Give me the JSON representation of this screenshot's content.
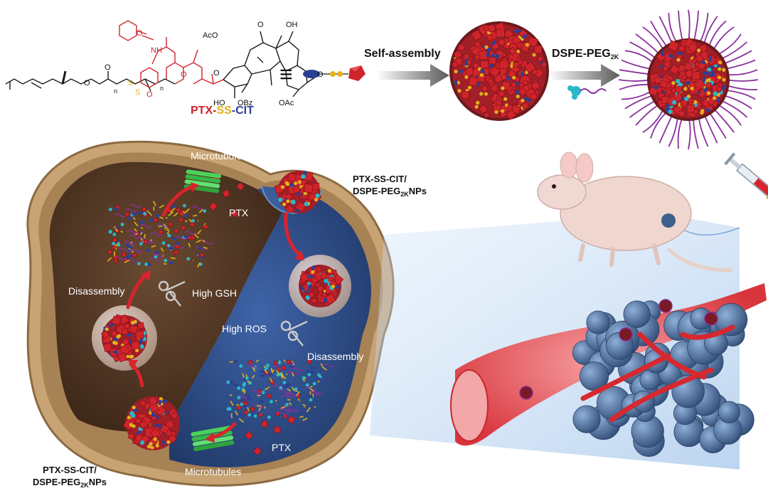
{
  "colors": {
    "ptx": "#d0242b",
    "ss": "#e3b21d",
    "cit": "#2c3f96",
    "peg": "#8a2f9c",
    "cell_outer": "#c8a373",
    "cytoplasm_brown": "#4e3422",
    "cytoplasm_blue": "#2c4a85",
    "vessel": "#d5313a",
    "tumor": "#4d6e9a"
  },
  "molecule": {
    "name_parts": {
      "ptx": "PTX",
      "dash1": "-",
      "ss": "SS",
      "dash2": "-",
      "cit": "CIT"
    },
    "atoms": {
      "nh": "NH",
      "aco": "AcO",
      "oh_top": "OH",
      "ho": "HO",
      "obz": "OBz",
      "oac": "OAc",
      "o1": "O",
      "o2": "O",
      "o3": "O",
      "o4": "O",
      "o5": "O",
      "o6": "O",
      "o7": "O",
      "o8": "O",
      "s1": "S",
      "s2": "S",
      "n1": "n",
      "n2": "n"
    },
    "equiv_symbol": "≡"
  },
  "top_row": {
    "self_assembly": "Self-assembly",
    "dspe_peg": {
      "main": "DSPE-PEG",
      "sub": "2K"
    }
  },
  "cell": {
    "microtubules_top": "Microtubules",
    "microtubules_bottom": "Microtubules",
    "ptx_top": "PTX",
    "ptx_bottom": "PTX",
    "disassembly_left": "Disassembly",
    "disassembly_right": "Disassembly",
    "high_gsh": "High GSH",
    "high_ros": "High ROS",
    "np_label_top": {
      "line1": "PTX-SS-CIT/",
      "line2_main": "DSPE-PEG",
      "line2_sub": "2K",
      "line2_end": "NPs"
    },
    "np_label_bottom": {
      "line1": "PTX-SS-CIT/",
      "line2_main": "DSPE-PEG",
      "line2_sub": "2K",
      "line2_end": "NPs"
    }
  }
}
